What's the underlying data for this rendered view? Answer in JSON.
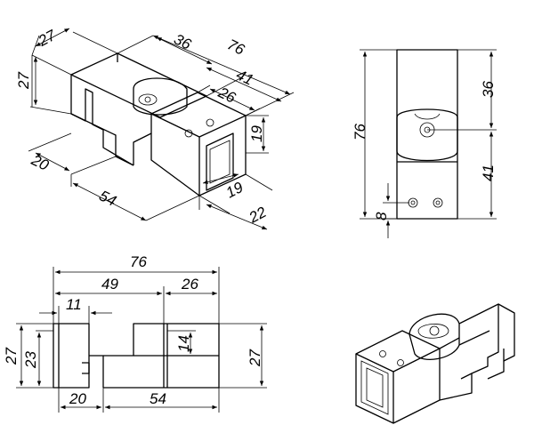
{
  "dimensions": {
    "iso": {
      "d27a": "27",
      "d27b": "27",
      "d36": "36",
      "d76": "76",
      "d41": "41",
      "d26": "26",
      "d19a": "19",
      "d19b": "19",
      "d20": "20",
      "d54": "54",
      "d22": "22"
    },
    "side": {
      "d76": "76",
      "d36": "36",
      "d41": "41",
      "d8": "8"
    },
    "front": {
      "d76": "76",
      "d49": "49",
      "d26": "26",
      "d11": "11",
      "d27a": "27",
      "d23": "23",
      "d14": "14",
      "d27b": "27",
      "d20": "20",
      "d54": "54"
    }
  }
}
